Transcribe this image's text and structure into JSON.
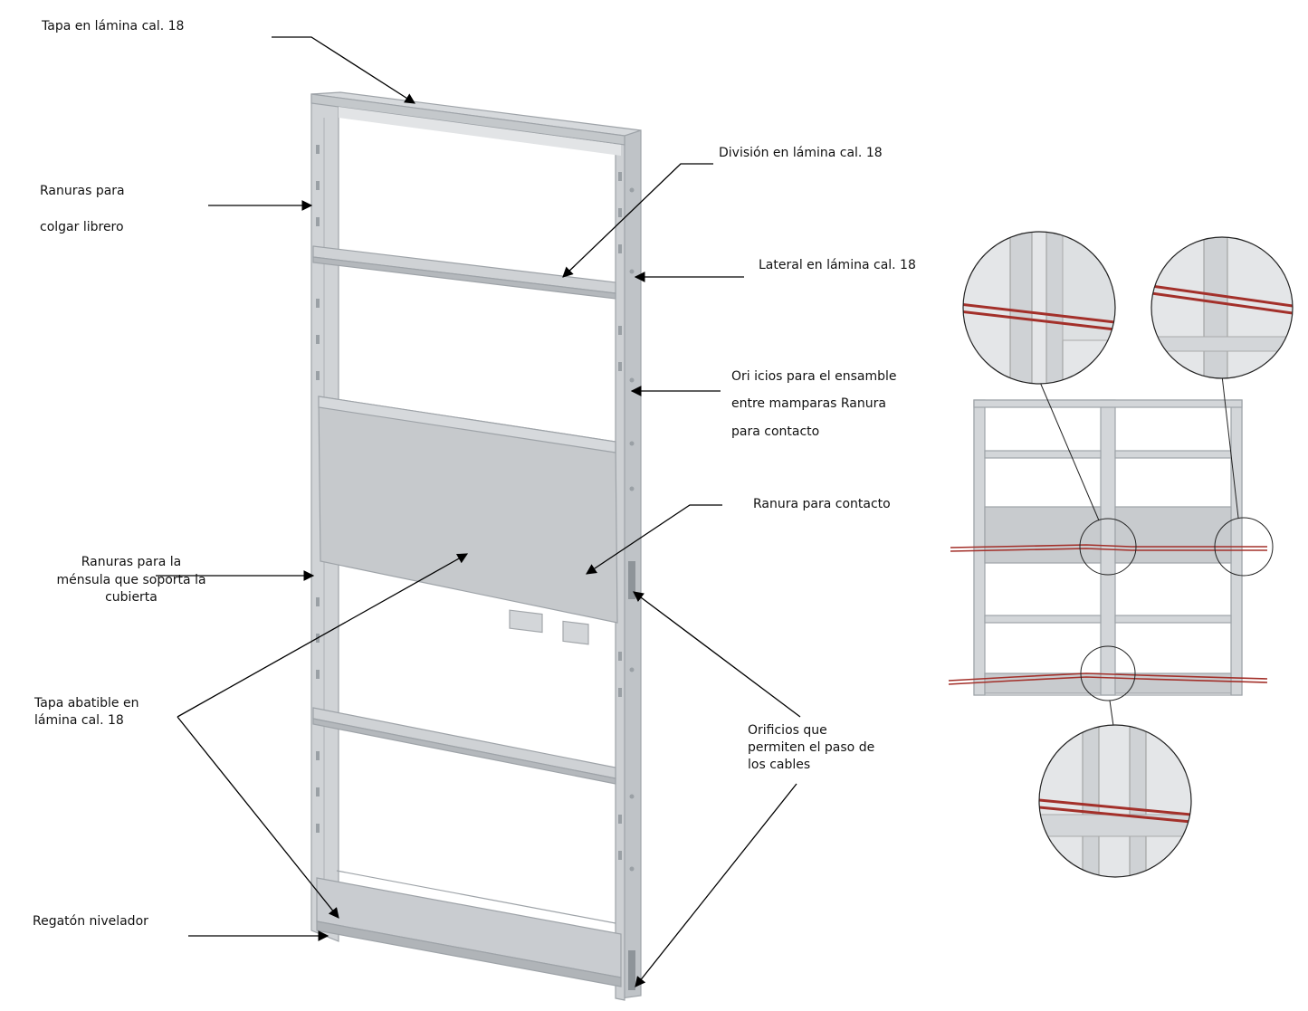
{
  "labels": {
    "tapa": "Tapa en lámina cal. 18",
    "ranuras_librero_1": "Ranuras para",
    "ranuras_librero_2": "colgar librero",
    "division": "División en lámina cal. 18",
    "lateral": "Lateral en lámina cal. 18",
    "orificios_ensamble_1": "Ori icios para el ensamble",
    "orificios_ensamble_2": "entre mamparas Ranura",
    "orificios_ensamble_3": "para contacto",
    "ranura_contacto": "Ranura para contacto",
    "mensula_1": "Ranuras para la",
    "mensula_2": "ménsula que soporta la",
    "mensula_3": "cubierta",
    "tapa_abatible_1": "Tapa abatible en",
    "tapa_abatible_2": "lámina cal. 18",
    "orificios_cables_1": "Orificios que",
    "orificios_cables_2": "permiten el paso de",
    "orificios_cables_3": "los cables",
    "regaton": "Regatón nivelador"
  },
  "colors": {
    "frame": "#cdd0d3",
    "frame_edge": "#9ea3a8",
    "panel": "#c6c9cc",
    "cable_red": "#a3302a",
    "arrow": "#000000"
  }
}
